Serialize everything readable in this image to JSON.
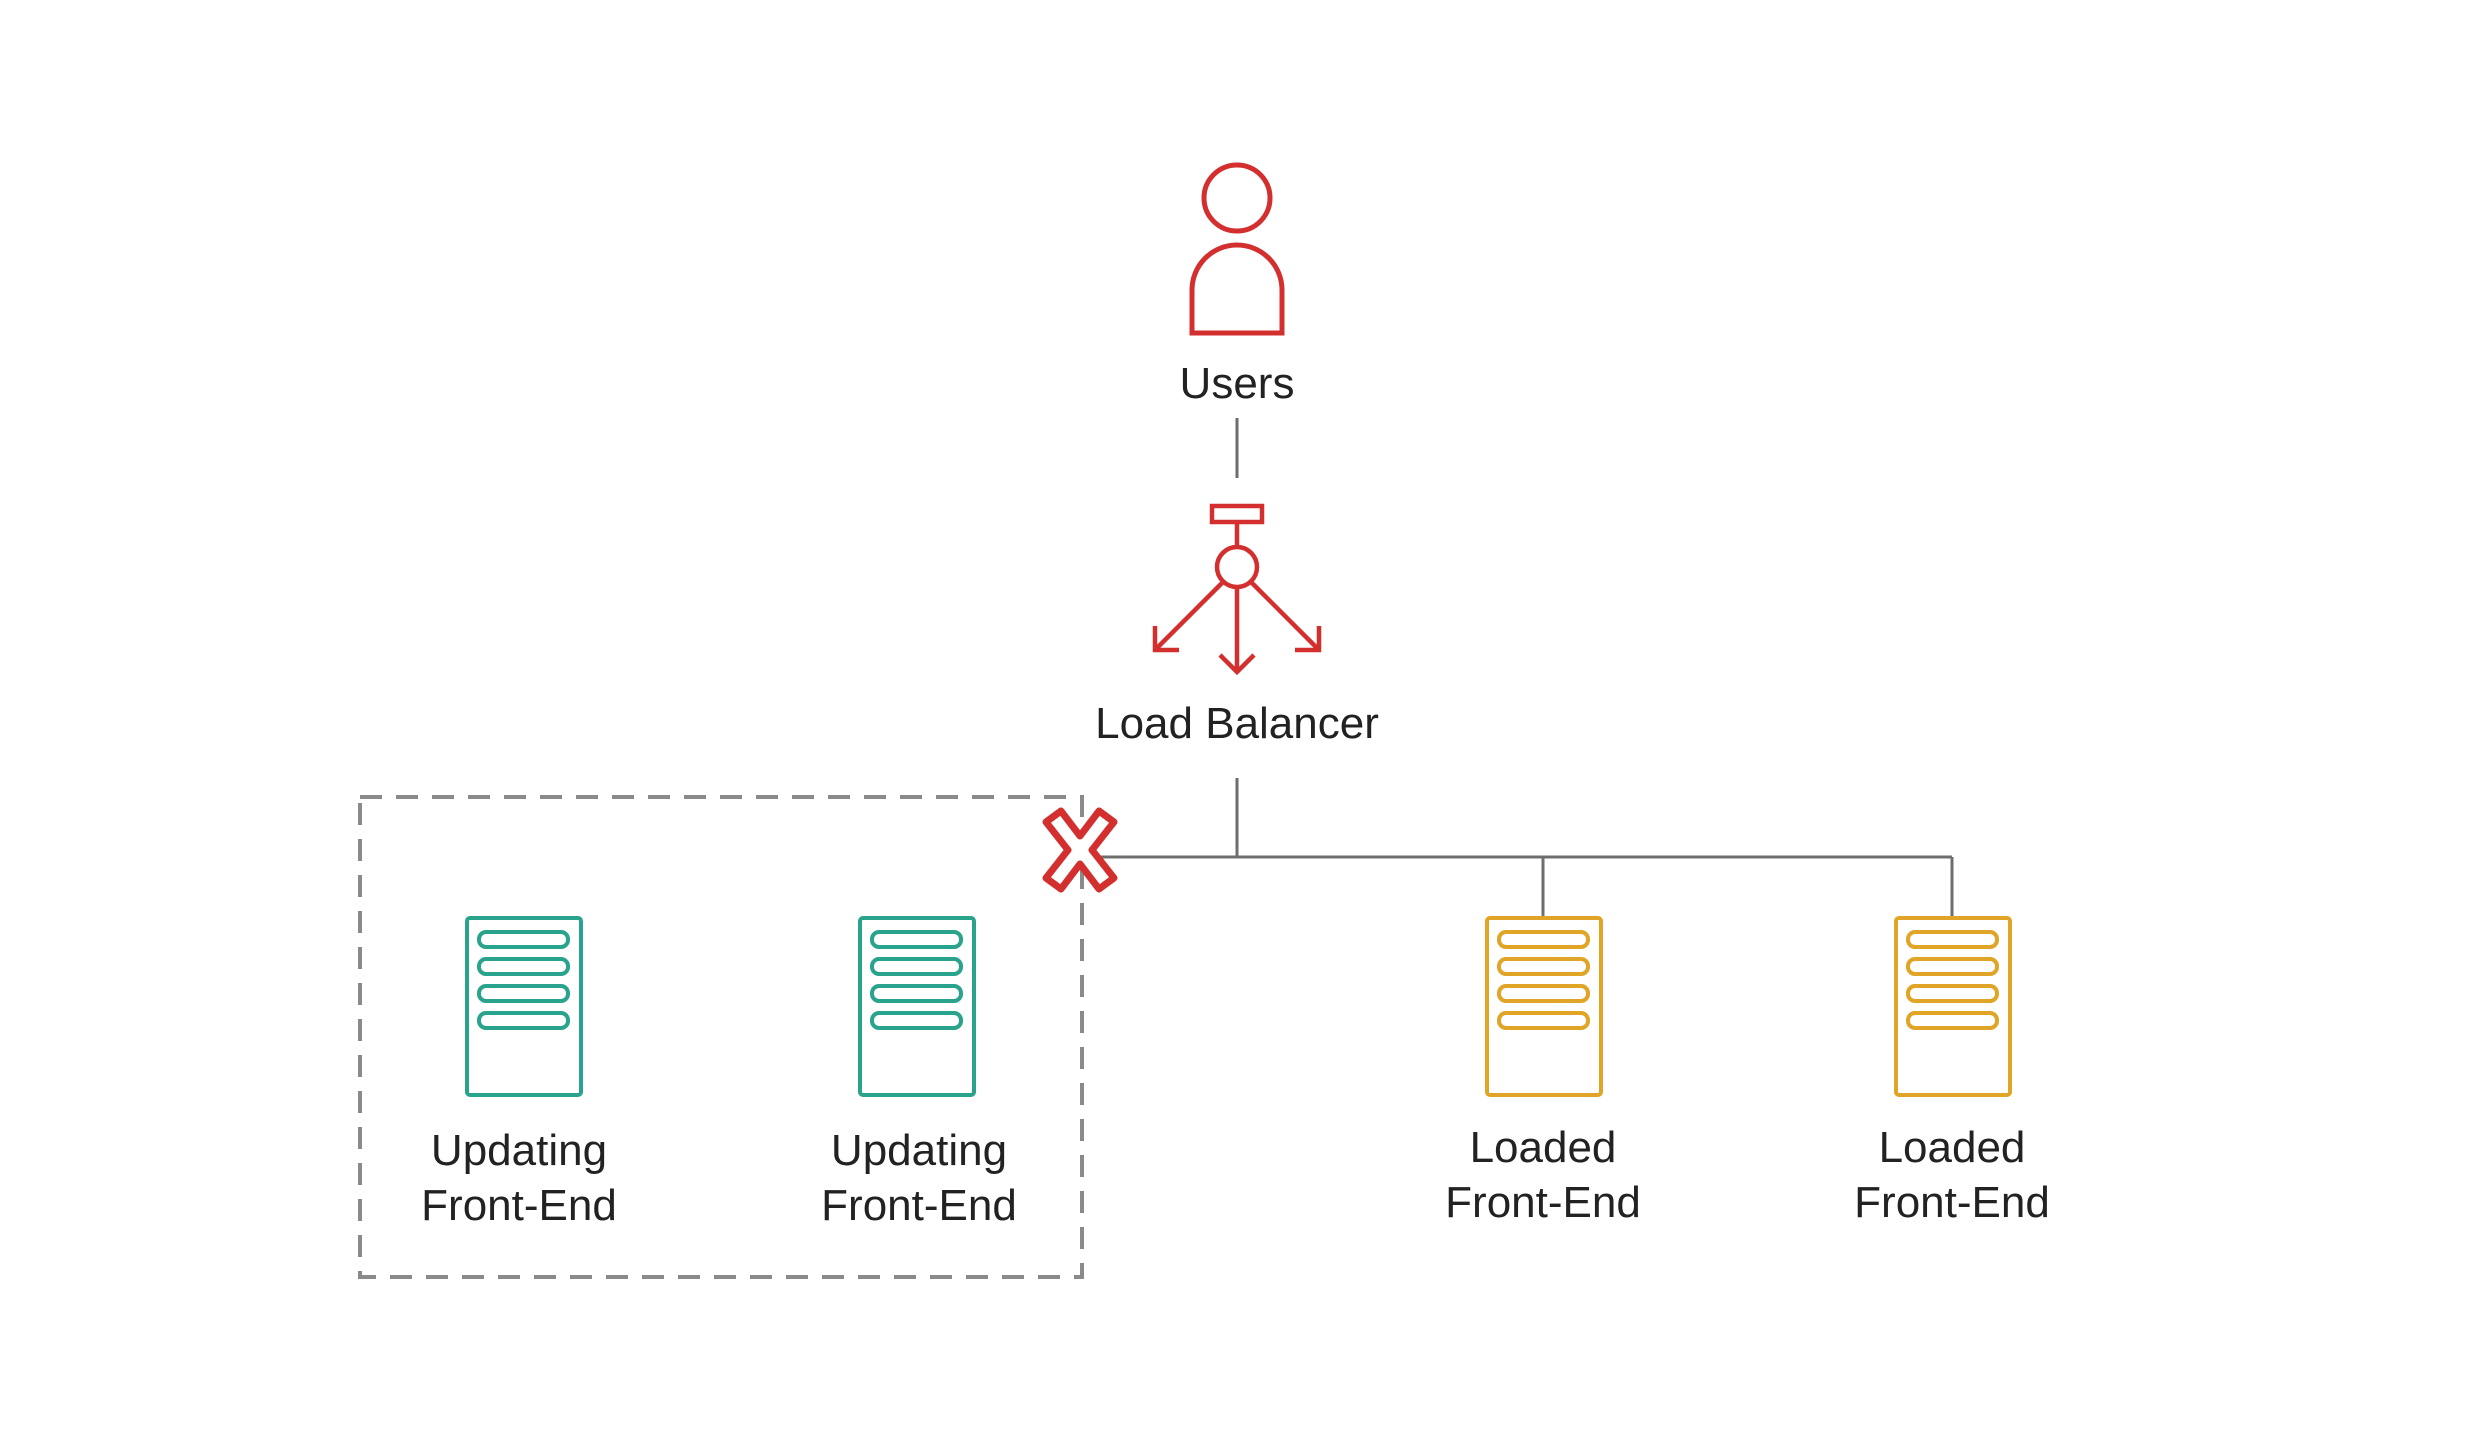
{
  "nodes": {
    "users": {
      "label": "Users"
    },
    "load_balancer": {
      "label": "Load Balancer"
    },
    "updating_1": {
      "line1": "Updating",
      "line2": "Front-End"
    },
    "updating_2": {
      "line1": "Updating",
      "line2": "Front-End"
    },
    "loaded_1": {
      "line1": "Loaded",
      "line2": "Front-End"
    },
    "loaded_2": {
      "line1": "Loaded",
      "line2": "Front-End"
    }
  },
  "colors": {
    "accent_red": "#d32f2f",
    "updating_teal": "#2aa38d",
    "loaded_amber": "#e0a526",
    "connector_gray": "#6e6e6e",
    "text": "#222222"
  },
  "icons": {
    "users": "user-icon",
    "load_balancer": "load-balancer-icon",
    "server": "server-icon",
    "disconnected": "x-mark-icon"
  }
}
